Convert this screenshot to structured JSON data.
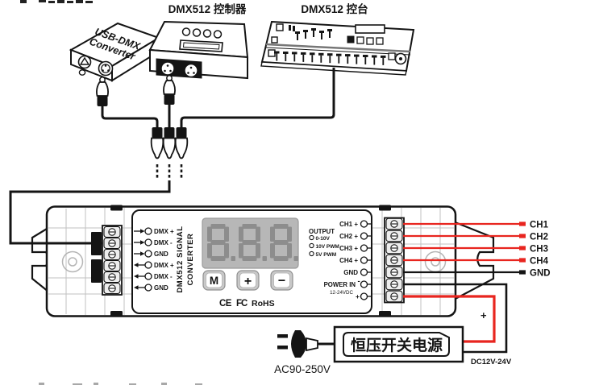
{
  "colors": {
    "line": "#141414",
    "wire_red": "#e8251f",
    "grid": "#c0c0c0",
    "display_bg": "#b7b7b7",
    "display_segment": "#8d8d8d"
  },
  "sources": {
    "usb_dmx": {
      "name_line1": "USB-DMX",
      "name_line2": "Converter"
    },
    "controller": {
      "label": "DMX512 控制器"
    },
    "console": {
      "label": "DMX512 控台"
    }
  },
  "converter": {
    "vertical_name_line1": "DMX512 SIGNAL",
    "vertical_name_line2": "CONVERTER",
    "left_ports": [
      {
        "dir": "in",
        "label": "DMX +"
      },
      {
        "dir": "in",
        "label": "DMX -"
      },
      {
        "dir": "in",
        "label": "GND"
      },
      {
        "dir": "out",
        "label": "DMX +"
      },
      {
        "dir": "out",
        "label": "DMX -"
      },
      {
        "dir": "out",
        "label": "GND"
      }
    ],
    "display": {
      "value": "888"
    },
    "buttons": [
      {
        "label": "M"
      },
      {
        "label": "+"
      },
      {
        "label": "−"
      }
    ],
    "certifications": {
      "ce": "CE",
      "fcc": "FC",
      "rohs": "RoHS"
    },
    "output": {
      "title": "OUTPUT",
      "options": [
        "0-10V",
        "10V PWM",
        "5V PWM"
      ]
    },
    "right_ports": [
      "CH1 +",
      "CH2 +",
      "CH3 +",
      "CH4 +",
      "GND"
    ],
    "power_in": {
      "label": "POWER IN",
      "minus": "-",
      "voltage": "12-24VDC",
      "plus": "+"
    }
  },
  "wiring": {
    "channel_labels": [
      {
        "label": "CH1"
      },
      {
        "label": "CH2"
      },
      {
        "label": "CH3"
      },
      {
        "label": "CH4"
      },
      {
        "label": "GND"
      }
    ],
    "power_plus": "+"
  },
  "power_supply": {
    "label": "恒压开关电源",
    "input_label": "AC90-250V",
    "output_label": "DC12V-24V"
  }
}
